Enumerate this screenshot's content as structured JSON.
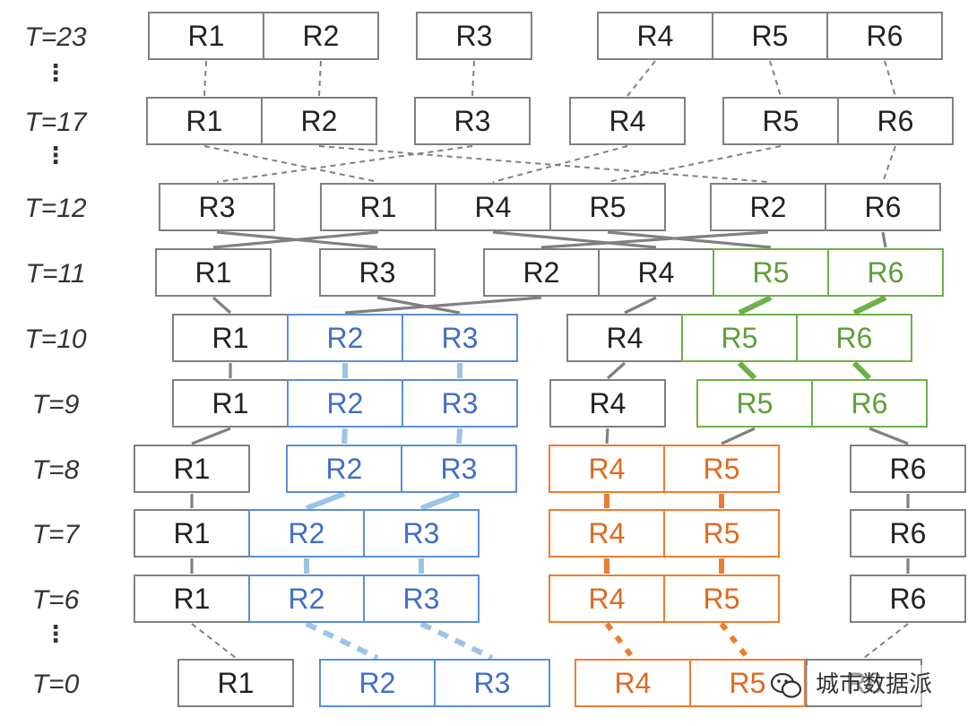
{
  "time_labels": [
    "T=23",
    "T=17",
    "T=12",
    "T=11",
    "T=10",
    "T=9",
    "T=8",
    "T=7",
    "T=6",
    "T=0"
  ],
  "ellipsis": "⋮",
  "colors": {
    "gray": "#808080",
    "gray_text": "#222222",
    "blue": "#5B8FD6",
    "blue_text": "#3F6FC4",
    "green": "#6FB04A",
    "green_text": "#5E9E38",
    "orange": "#ED7D31",
    "orange_text": "#E06A20",
    "blue_link": "#9DC3E6"
  },
  "rows": [
    {
      "time": "T=23",
      "boxes": [
        [
          "R1",
          "gray"
        ],
        [
          "R2",
          "gray"
        ],
        [
          "R3",
          "gray"
        ],
        [
          "R4",
          "gray"
        ],
        [
          "R5",
          "gray"
        ],
        [
          "R6",
          "gray"
        ]
      ]
    },
    {
      "time": "T=17",
      "boxes": [
        [
          "R1",
          "gray"
        ],
        [
          "R2",
          "gray"
        ],
        [
          "R3",
          "gray"
        ],
        [
          "R4",
          "gray"
        ],
        [
          "R5",
          "gray"
        ],
        [
          "R6",
          "gray"
        ]
      ]
    },
    {
      "time": "T=12",
      "boxes": [
        [
          "R3",
          "gray"
        ],
        [
          "R1",
          "gray"
        ],
        [
          "R4",
          "gray"
        ],
        [
          "R5",
          "gray"
        ],
        [
          "R2",
          "gray"
        ],
        [
          "R6",
          "gray"
        ]
      ]
    },
    {
      "time": "T=11",
      "boxes": [
        [
          "R1",
          "gray"
        ],
        [
          "R3",
          "gray"
        ],
        [
          "R2",
          "gray"
        ],
        [
          "R4",
          "gray"
        ],
        [
          "R5",
          "green"
        ],
        [
          "R6",
          "green"
        ]
      ]
    },
    {
      "time": "T=10",
      "boxes": [
        [
          "R1",
          "gray"
        ],
        [
          "R2",
          "blue"
        ],
        [
          "R3",
          "blue"
        ],
        [
          "R4",
          "gray"
        ],
        [
          "R5",
          "green"
        ],
        [
          "R6",
          "green"
        ]
      ]
    },
    {
      "time": "T=9",
      "boxes": [
        [
          "R1",
          "gray"
        ],
        [
          "R2",
          "blue"
        ],
        [
          "R3",
          "blue"
        ],
        [
          "R4",
          "gray"
        ],
        [
          "R5",
          "green"
        ],
        [
          "R6",
          "green"
        ]
      ]
    },
    {
      "time": "T=8",
      "boxes": [
        [
          "R1",
          "gray"
        ],
        [
          "R2",
          "blue"
        ],
        [
          "R3",
          "blue"
        ],
        [
          "R4",
          "orange"
        ],
        [
          "R5",
          "orange"
        ],
        [
          "R6",
          "gray"
        ]
      ]
    },
    {
      "time": "T=7",
      "boxes": [
        [
          "R1",
          "gray"
        ],
        [
          "R2",
          "blue"
        ],
        [
          "R3",
          "blue"
        ],
        [
          "R4",
          "orange"
        ],
        [
          "R5",
          "orange"
        ],
        [
          "R6",
          "gray"
        ]
      ]
    },
    {
      "time": "T=6",
      "boxes": [
        [
          "R1",
          "gray"
        ],
        [
          "R2",
          "blue"
        ],
        [
          "R3",
          "blue"
        ],
        [
          "R4",
          "orange"
        ],
        [
          "R5",
          "orange"
        ],
        [
          "R6",
          "gray"
        ]
      ]
    },
    {
      "time": "T=0",
      "boxes": [
        [
          "R1",
          "gray"
        ],
        [
          "R2",
          "blue"
        ],
        [
          "R3",
          "blue"
        ],
        [
          "R4",
          "orange"
        ],
        [
          "R5",
          "orange"
        ],
        [
          "R6",
          "gray"
        ]
      ]
    }
  ],
  "watermark": {
    "icon": "wechat-icon",
    "text": "城市数据派"
  }
}
